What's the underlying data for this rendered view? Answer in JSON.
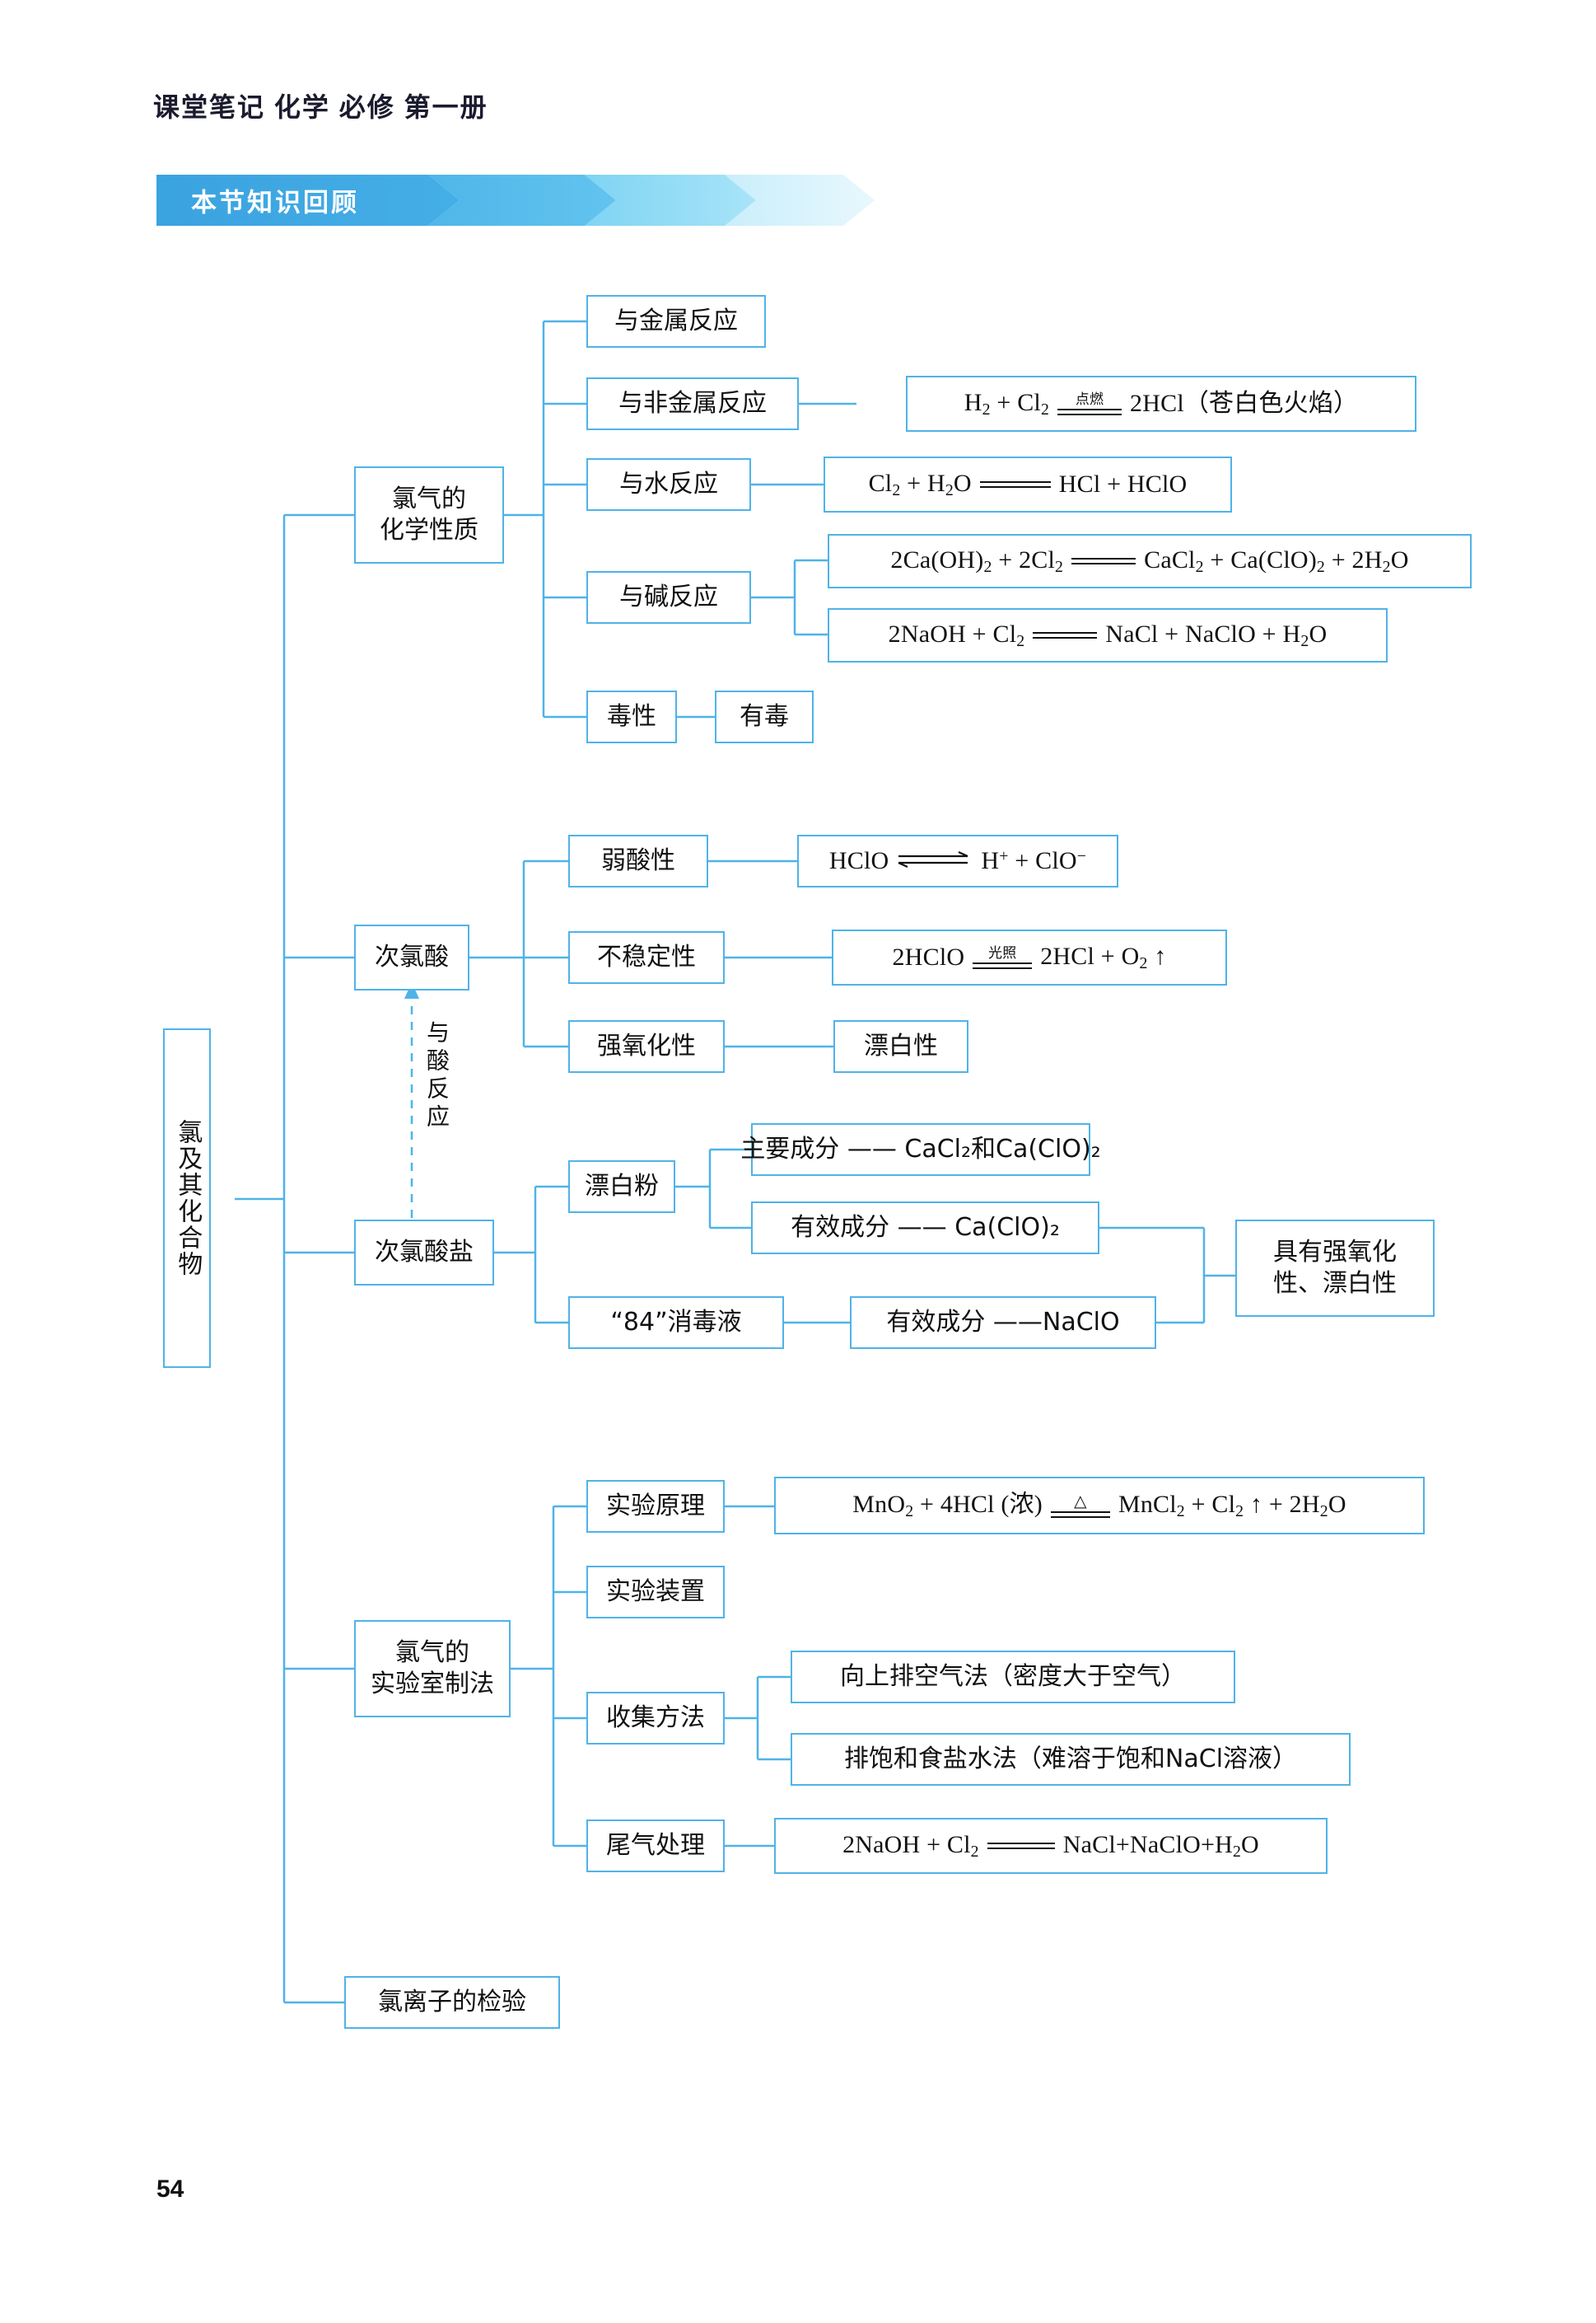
{
  "header": {
    "running_title": "课堂笔记  化学 必修 第一册",
    "banner_label": "本节知识回顾",
    "page_number": "54"
  },
  "colors": {
    "node_border": "#4fb3e8",
    "banner_dark": "#3aa3e0",
    "banner_light": "#d9f2fb",
    "text": "#111111"
  },
  "mindmap": {
    "root": "氯及其化合物",
    "cross_link_label": "与酸反应",
    "branches": [
      {
        "title": "氯气的\n化学性质",
        "children": [
          {
            "label": "与金属反应",
            "detail": null
          },
          {
            "label": "与非金属反应",
            "detail": "H2 + Cl2 =点燃= 2HCl（苍白色火焰）"
          },
          {
            "label": "与水反应",
            "detail": "Cl2 + H2O === HCl + HClO"
          },
          {
            "label": "与碱反应",
            "detail": [
              "2Ca(OH)2 + 2Cl2 === CaCl2 + Ca(ClO)2 + 2H2O",
              "2NaOH + Cl2 === NaCl + NaClO + H2O"
            ]
          },
          {
            "label": "毒性",
            "detail": "有毒"
          }
        ]
      },
      {
        "title": "次氯酸",
        "children": [
          {
            "label": "弱酸性",
            "detail": "HClO ⇌ H+ + ClO-"
          },
          {
            "label": "不稳定性",
            "detail": "2HClO =光照= 2HCl + O2↑"
          },
          {
            "label": "强氧化性",
            "detail": "漂白性"
          }
        ]
      },
      {
        "title": "次氯酸盐",
        "children": [
          {
            "label": "漂白粉",
            "detail": [
              "主要成分 —— CaCl2和Ca(ClO)2",
              "有效成分 —— Ca(ClO)2"
            ]
          },
          {
            "label": "“84”消毒液",
            "detail": [
              "有效成分 ——NaClO"
            ]
          }
        ],
        "summary": "具有强氧化\n性、漂白性"
      },
      {
        "title": "氯气的\n实验室制法",
        "children": [
          {
            "label": "实验原理",
            "detail": "MnO2 + 4HCl (浓) =△= MnCl2 + Cl2↑ + 2H2O"
          },
          {
            "label": "实验装置",
            "detail": null
          },
          {
            "label": "收集方法",
            "detail": [
              "向上排空气法（密度大于空气）",
              "排饱和食盐水法（难溶于饱和NaCl溶液）"
            ]
          },
          {
            "label": "尾气处理",
            "detail": "2NaOH + Cl2 === NaCl+NaClO+H2O"
          }
        ]
      },
      {
        "title": "氯离子的检验",
        "children": []
      }
    ]
  },
  "equations": {
    "h2_cl2": {
      "left": "H",
      "left_sub": "2",
      "left2": " + Cl",
      "left2_sub": "2",
      "condition": "点燃",
      "right": "2HCl（苍白色火焰）"
    },
    "cl2_h2o": {
      "left": "Cl",
      "left_sub": "2",
      "left2": " + H",
      "left2_sub": "2",
      "left3": "O",
      "right": "HCl + HClO"
    },
    "caoh2": {
      "a": "2Ca(OH)",
      "a_sub": "2",
      "b": " + 2Cl",
      "b_sub": "2",
      "c": "CaCl",
      "c_sub": "2",
      "d": " + Ca(ClO)",
      "d_sub": "2",
      "e": " + 2H",
      "e_sub": "2",
      "f": "O"
    },
    "naoh_top": {
      "a": "2NaOH + Cl",
      "a_sub": "2",
      "c": "NaCl + NaClO + H",
      "c_sub": "2",
      "d": "O"
    },
    "hclo_ion": {
      "left": "HClO",
      "right_a": "H",
      "right_sup": "+",
      "right_b": " + ClO",
      "right_sup2": "−"
    },
    "hclo_decomp": {
      "left": "2HClO",
      "condition": "光照",
      "right_a": "2HCl + O",
      "right_sub": "2",
      "right_b": " ↑"
    },
    "mno2": {
      "a": "MnO",
      "a_sub": "2",
      "b": " + 4HCl (浓)",
      "condition": "△",
      "c": "MnCl",
      "c_sub": "2",
      "d": " + Cl",
      "d_sub": "2",
      "e": " ↑ + 2H",
      "e_sub": "2",
      "f": "O"
    },
    "naoh_tail": {
      "a": "2NaOH + Cl",
      "a_sub": "2",
      "c": "NaCl+NaClO+H",
      "c_sub": "2",
      "d": "O"
    }
  },
  "plain_nodes": {
    "metal": "与金属反应",
    "nonmetal": "与非金属反应",
    "water": "与水反应",
    "base": "与碱反应",
    "toxicity": "毒性",
    "toxic": "有毒",
    "weak_acid": "弱酸性",
    "unstable": "不稳定性",
    "strong_ox": "强氧化性",
    "bleaching": "漂白性",
    "bleach_powder": "漂白粉",
    "main_component": "主要成分 —— CaCl₂和Ca(ClO)₂",
    "active_component": "有效成分 —— Ca(ClO)₂",
    "disinfectant84": "“84”消毒液",
    "active_naclo": "有效成分 ——NaClO",
    "summary_ox": "具有强氧化\n性、漂白性",
    "exp_principle": "实验原理",
    "exp_apparatus": "实验装置",
    "collect_method": "收集方法",
    "collect_air": "向上排空气法（密度大于空气）",
    "collect_brine": "排饱和食盐水法（难溶于饱和NaCl溶液）",
    "tail_gas": "尾气处理",
    "cl_ion_test": "氯离子的检验",
    "chlorine_chem": "氯气的\n化学性质",
    "hypochlorous": "次氯酸",
    "hypochlorite": "次氯酸盐",
    "lab_prep": "氯气的\n实验室制法",
    "root": "氯及其化合物",
    "cross_link": "与酸反应"
  }
}
